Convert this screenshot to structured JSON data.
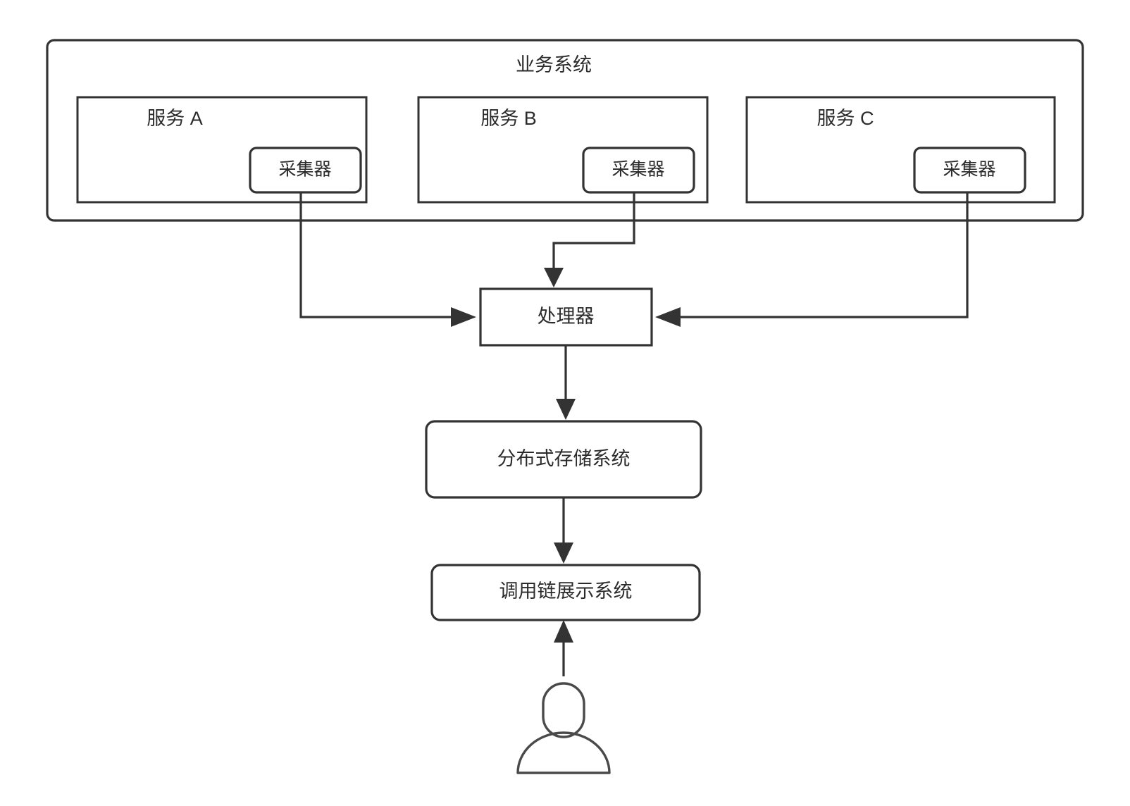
{
  "diagram": {
    "title": "业务系统",
    "container": {
      "label": "业务系统",
      "name": "business-system-container"
    },
    "services": [
      {
        "label": "服务 A",
        "collector_label": "采集器"
      },
      {
        "label": "服务 B",
        "collector_label": "采集器"
      },
      {
        "label": "服务 C",
        "collector_label": "采集器"
      }
    ],
    "processor": {
      "label": "处理器"
    },
    "storage": {
      "label": "分布式存储系统"
    },
    "display": {
      "label": "调用链展示系统"
    },
    "actor": {
      "icon": "user-actor-icon"
    },
    "colors": {
      "stroke": "#333333",
      "actor_stroke": "#4a4a4a",
      "text": "#2b2b2b",
      "background": "#ffffff"
    }
  }
}
